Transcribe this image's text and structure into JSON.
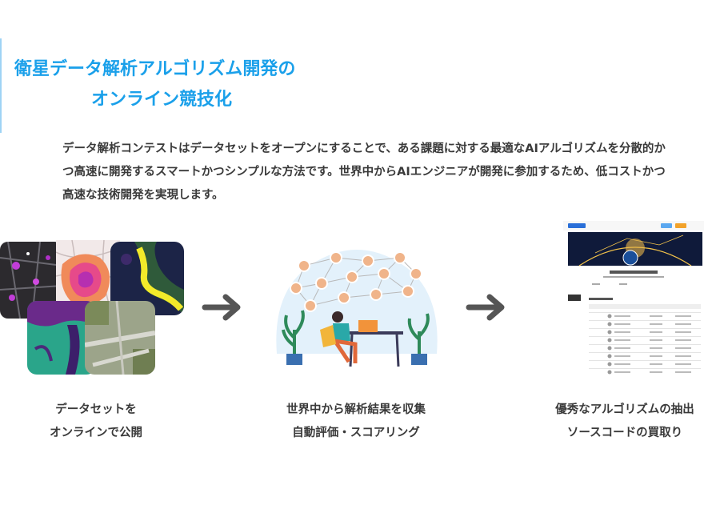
{
  "header": {
    "title_line1": "衛星データ解析アルゴリズム開発の",
    "title_line2": "オンライン競技化"
  },
  "intro": {
    "text": "データ解析コンテストはデータセットをオープンにすることで、ある課題に対する最適なAIアルゴリズムを分散的かつ高速に開発するスマートかつシンプルな方法です。世界中からAIエンジニアが開発に参加するため、低コストかつ高速な技術開発を実現します。"
  },
  "steps": [
    {
      "caption_line1": "データセットを",
      "caption_line2": "オンラインで公開",
      "image": "satellite-imagery-tiles"
    },
    {
      "caption_line1": "世界中から解析結果を収集",
      "caption_line2": "自動評価・スコアリング",
      "image": "global-network-illustration"
    },
    {
      "caption_line1": "優秀なアルゴリズムの抽出",
      "caption_line2": "ソースコードの買取り",
      "image": "leaderboard-screenshot"
    }
  ],
  "colors": {
    "title": "#1aa0ea",
    "text": "#3a3a3a",
    "arrow": "#555555",
    "accent_line": "#9fd3f5"
  }
}
